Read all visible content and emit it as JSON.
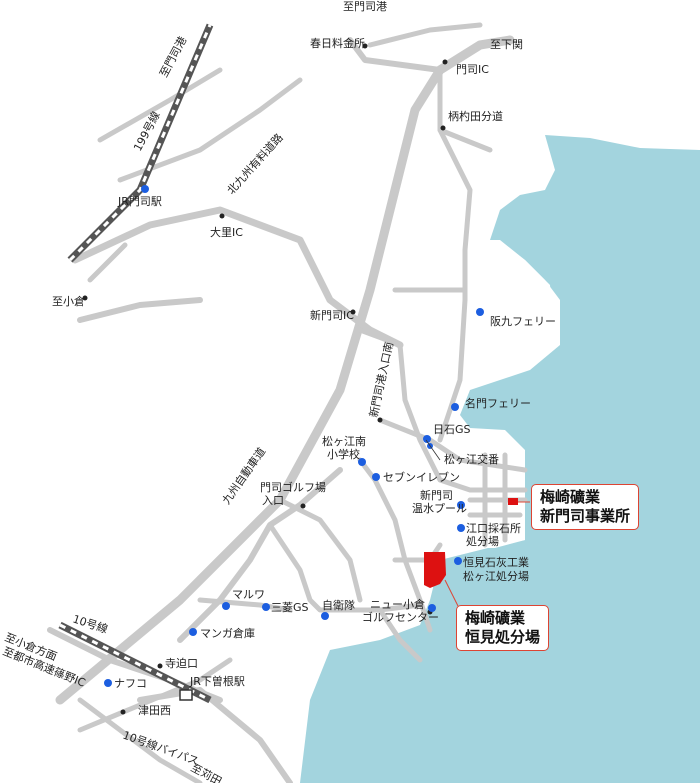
{
  "colors": {
    "sea": "#a3d4de",
    "road": "#c9c9c9",
    "poi_dot": "#1c5ee0",
    "site_red": "#dd1111",
    "callout_border": "#dd4433"
  },
  "destinations": {
    "to_moji_port": "至門司港",
    "to_shimonoseki": "至下関",
    "to_kokura": "至小倉",
    "to_kokura_dir": "至小倉方面",
    "to_toshi_expressway": "至都市高速篠野IC",
    "to_kanda": "至苅田・行橋"
  },
  "roads": {
    "route199": "199号線",
    "kitakyushu_expressway": "北九州有料道路",
    "kyushu_expressway": "九州自動車道",
    "shinmoji_entrance_south": "新門司港入口南",
    "route10": "10号線",
    "route10_bypass": "10号線バイパス"
  },
  "places": {
    "kasuga_toll": "春日料金所",
    "moji_ic": "門司IC",
    "hemoda_junction": "柄杓田分道",
    "jr_moji": "JR門司駅",
    "dairi_ic": "大里IC",
    "shinmoji_ic": "新門司IC",
    "hankyu_ferry": "阪九フェリー",
    "meimon_ferry": "名門フェリー",
    "nisseki_gs": "日石GS",
    "matsugae_police": "松ヶ江交番",
    "matsugae_school_1": "松ヶ江南",
    "matsugae_school_2": "小学校",
    "seven_eleven": "セブンイレブン",
    "golf_entrance_1": "門司ゴルフ場",
    "golf_entrance_2": "入口",
    "onsen_pool_1": "新門司",
    "onsen_pool_2": "温水プール",
    "eguchi_quarry_1": "江口採石所",
    "eguchi_quarry_2": "処分場",
    "tsunemi_lime_1": "恒見石灰工業",
    "tsunemi_lime_2": "松ヶ江処分場",
    "newkokura_golf_1": "ニュー小倉",
    "newkokura_golf_2": "ゴルフセンター",
    "maruwa": "マルワ",
    "mitsubishi_gs": "三菱GS",
    "jieitai": "自衛隊",
    "manga_soko": "マンガ倉庫",
    "terasakoguchi": "寺迫口",
    "nafco": "ナフコ",
    "jr_shimosone": "JR下曽根駅",
    "tsudanishi": "津田西"
  },
  "callouts": {
    "shinmoji_office_1": "梅崎礦業",
    "shinmoji_office_2": "新門司事業所",
    "tsunemi_site_1": "梅崎礦業",
    "tsunemi_site_2": "恒見処分場"
  },
  "icons": {
    "poi": "blue-dot-icon",
    "junction": "junction-dot-icon",
    "office": "red-square-icon",
    "site": "red-site-shape-icon",
    "station": "station-icon"
  }
}
